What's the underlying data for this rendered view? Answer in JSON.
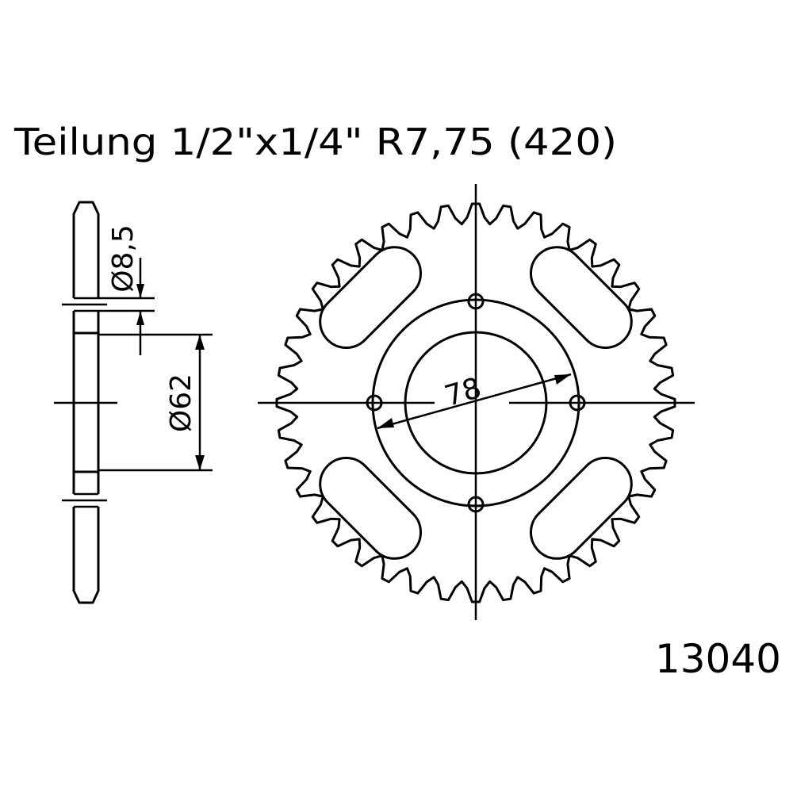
{
  "title": "Teilung 1/2\"x1/4\" R7,75 (420)",
  "part_number": "13040",
  "dimensions": {
    "bolt_hole": "Ø8,5",
    "center_bore": "Ø62",
    "bolt_circle": "78"
  },
  "sprocket": {
    "teeth": 40,
    "bolt_holes": 4,
    "cutouts": 4
  }
}
